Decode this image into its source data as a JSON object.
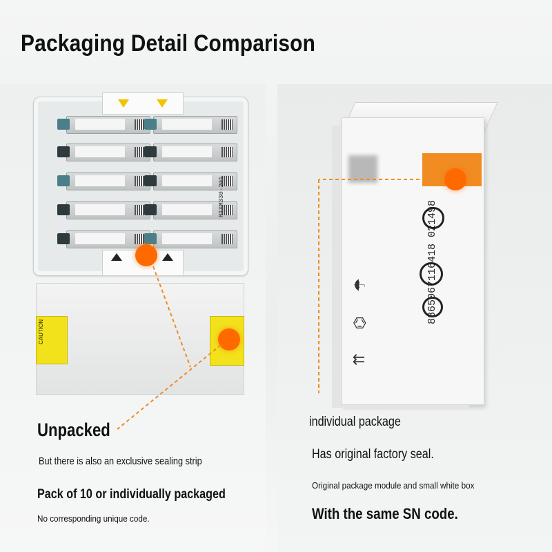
{
  "title": "Packaging Detail Comparison",
  "left": {
    "heading": "Unpacked",
    "line1": "But there is also an exclusive sealing strip",
    "line2": "Pack of 10 or individually packaged",
    "line3": "No corresponding unique code.",
    "side_label": "RTXM330-201",
    "sticker_label": "CAUTION"
  },
  "right": {
    "heading": "individual package",
    "line1": "Has original factory seal.",
    "line2": "Original package module and small white box",
    "line3": "With the same SN code.",
    "barcode_number": "8865067116418 021498"
  },
  "colors": {
    "accent": "#ff6a00",
    "sticker": "#f2e21b",
    "band": "#f08c22"
  }
}
